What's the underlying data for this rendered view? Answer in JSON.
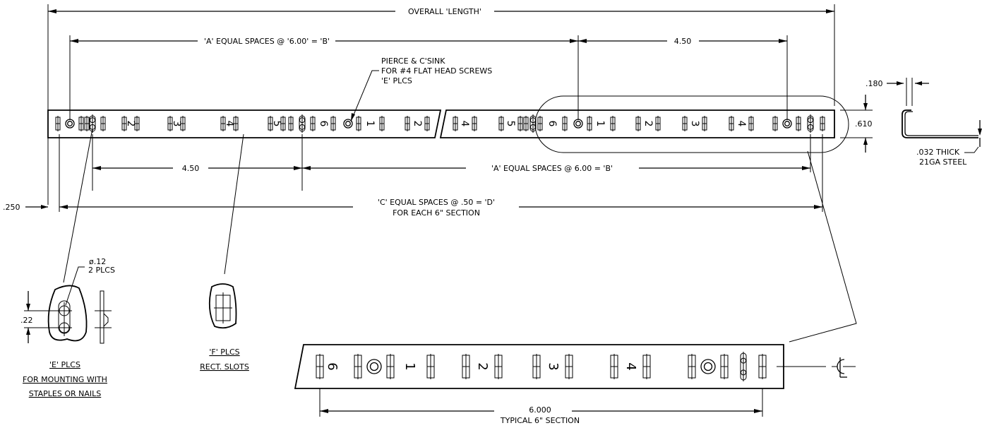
{
  "dims": {
    "overall_length": "OVERALL 'LENGTH'",
    "a_spaces_top": "'A' EQUAL SPACES @ '6.00' = 'B'",
    "top_4_50": "4.50",
    "left_4_50": "4.50",
    "a_spaces_bottom": "'A' EQUAL SPACES @ 6.00 = 'B'",
    "c_spaces_line1": "'C' EQUAL SPACES @ .50 = 'D'",
    "c_spaces_line2": "FOR EACH 6\" SECTION",
    "left_offset": ".250",
    "height": ".610",
    "flange": ".180",
    "thickness_line1": ".032 THICK",
    "thickness_line2": "21GA STEEL",
    "typical_value": "6.000",
    "typical_label": "TYPICAL 6\" SECTION"
  },
  "notes": {
    "pierce_line1": "PIERCE & C'SINK",
    "pierce_line2": "FOR #4 FLAT HEAD SCREWS",
    "pierce_line3": "'E' PLCS",
    "hole_dia": "ø.12",
    "hole_plcs": "2 PLCS",
    "slot_spacing": ".22"
  },
  "details": {
    "e_title": "'E' PLCS",
    "e_line2": "FOR MOUNTING WITH",
    "e_line3": "STAPLES OR NAILS",
    "f_title": "'F' PLCS",
    "f_line2": "RECT. SLOTS"
  },
  "strip_numbers": {
    "left": [
      "2",
      "3",
      "4",
      "5",
      "6",
      "1",
      "2"
    ],
    "right": [
      "4",
      "5",
      "6",
      "1",
      "2",
      "3",
      "4"
    ],
    "section": [
      "6",
      "1",
      "2",
      "3",
      "4"
    ]
  }
}
